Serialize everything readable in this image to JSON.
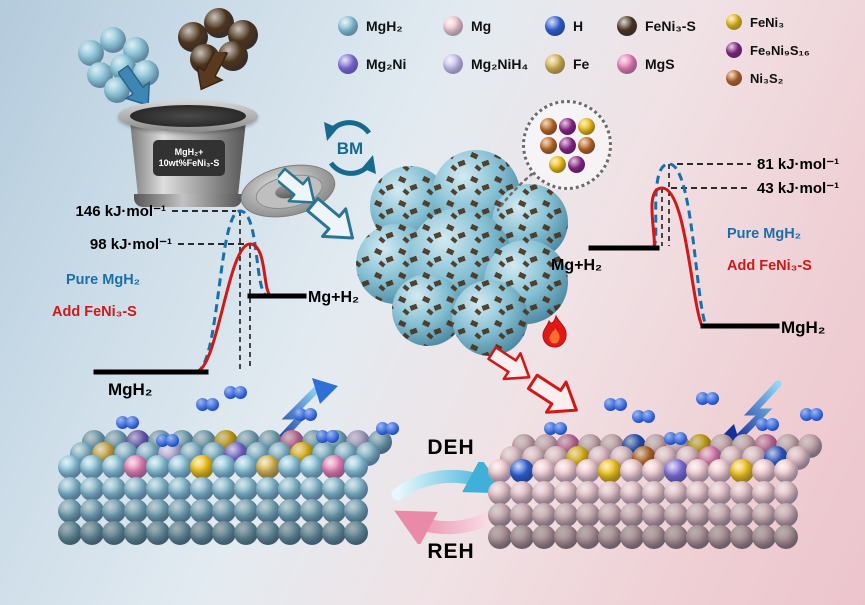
{
  "legend": {
    "items_main": [
      {
        "label": "MgH₂",
        "color": "#8ac3d6"
      },
      {
        "label": "Mg",
        "color": "#f0c9cd"
      },
      {
        "label": "H",
        "color": "#2e5fd4"
      },
      {
        "label": "FeNi₃-S",
        "color": "#4c351d"
      },
      {
        "label": "Mg₂Ni",
        "color": "#7f6ed8"
      },
      {
        "label": "Mg₂NiH₄",
        "color": "#c9c0ec"
      },
      {
        "label": "Fe",
        "color": "#d7b34a"
      },
      {
        "label": "MgS",
        "color": "#e87fb2"
      }
    ],
    "items_side": [
      {
        "label": "FeNi₃",
        "color": "#efc011"
      },
      {
        "label": "Fe₉Ni₉S₁₆",
        "color": "#8b2586"
      },
      {
        "label": "Ni₃S₂",
        "color": "#bf6a21"
      }
    ]
  },
  "colors": {
    "MgH2": "#8ac3d6",
    "Mg": "#f0c9cd",
    "H": "#2e5fd4",
    "FeNi3S": "#4c351d",
    "FeNi3": "#efc011",
    "Mg2Ni": "#7f6ed8",
    "Mg2NiH4": "#c9c0ec",
    "Fe": "#d7b34a",
    "MgS": "#e87fb2",
    "Fe9Ni9S16": "#8b2586",
    "Ni3S2": "#bf6a21",
    "accent_blue": "#156a8e",
    "accent_red": "#d01818"
  },
  "crucible": {
    "label_line1": "MgH₂+",
    "label_line2": "10wt%FeNi₃-S"
  },
  "process": {
    "ball_milling": "BM",
    "dehydrogenation": "DEH",
    "rehydrogenation": "REH"
  },
  "diagram_left": {
    "barrier_pure": "146 kJ·mol⁻¹",
    "barrier_added": "98 kJ·mol⁻¹",
    "curve_pure_label": "Pure MgH₂",
    "curve_added_label": "Add FeNi₃-S",
    "state_start": "MgH₂",
    "state_end": "Mg+H₂"
  },
  "diagram_right": {
    "barrier_pure": "81 kJ·mol⁻¹",
    "barrier_added": "43 kJ·mol⁻¹",
    "curve_pure_label": "Pure MgH₂",
    "curve_added_label": "Add FeNi₃-S",
    "state_start": "Mg+H₂",
    "state_end": "MgH₂"
  },
  "chart_data": [
    {
      "type": "line",
      "title": "Dehydrogenation activation energy",
      "start_state": "MgH₂",
      "end_state": "Mg+H₂",
      "series": [
        {
          "name": "Pure MgH₂",
          "barrier_kJ_per_mol": 146
        },
        {
          "name": "Add FeNi₃-S",
          "barrier_kJ_per_mol": 98
        }
      ]
    },
    {
      "type": "line",
      "title": "Rehydrogenation activation energy",
      "start_state": "Mg+H₂",
      "end_state": "MgH₂",
      "series": [
        {
          "name": "Pure MgH₂",
          "barrier_kJ_per_mol": 81
        },
        {
          "name": "Add FeNi₃-S",
          "barrier_kJ_per_mol": 43
        }
      ]
    }
  ]
}
